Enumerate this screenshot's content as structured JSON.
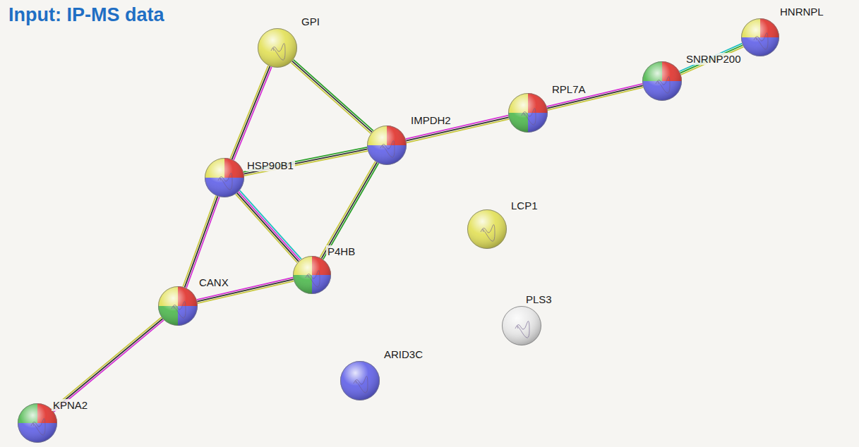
{
  "diagram": {
    "title": "Input: IP-MS data",
    "nodes": [
      {
        "text": [
          "GPI"
        ]
      },
      {
        "text": [
          "HNRNPL"
        ]
      },
      {
        "text": [
          "SNRNP200"
        ]
      },
      {
        "text": [
          "RPL7A"
        ]
      },
      {
        "text": [
          "IMPDH2"
        ]
      },
      {
        "text": [
          "HSP90B1"
        ]
      },
      {
        "text": [
          "LCP1"
        ]
      },
      {
        "text": [
          "P4HB"
        ]
      },
      {
        "text": [
          "CANX"
        ]
      },
      {
        "text": [
          "PLS3"
        ]
      },
      {
        "text": [
          "ARID3C"
        ]
      },
      {
        "text": [
          "KPNA2"
        ]
      }
    ],
    "edges": [
      {
        "from": 0,
        "to": 5,
        "arrow": "none"
      },
      {
        "from": 0,
        "to": 4,
        "arrow": "none"
      },
      {
        "from": 5,
        "to": 4,
        "arrow": "none"
      },
      {
        "from": 5,
        "to": 7,
        "arrow": "none"
      },
      {
        "from": 5,
        "to": 8,
        "arrow": "none"
      },
      {
        "from": 4,
        "to": 7,
        "arrow": "none"
      },
      {
        "from": 4,
        "to": 3,
        "arrow": "none"
      },
      {
        "from": 3,
        "to": 2,
        "arrow": "none"
      },
      {
        "from": 2,
        "to": 1,
        "arrow": "none"
      },
      {
        "from": 8,
        "to": 7,
        "arrow": "none"
      },
      {
        "from": 8,
        "to": 11,
        "arrow": "none"
      }
    ]
  }
}
